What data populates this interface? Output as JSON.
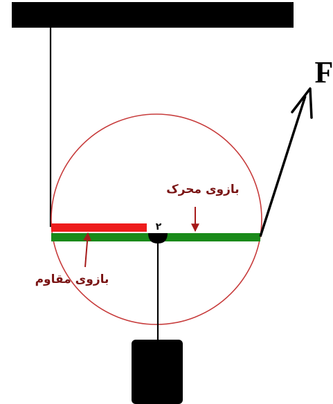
{
  "labels": {
    "force": "F",
    "effort_arm": "بازوی محرک",
    "load_arm": "بازوی مقاوم",
    "pivot": "٢"
  },
  "colors": {
    "ceiling": "#000000",
    "circle": "#c73b3b",
    "lever": "#1a8a1a",
    "load_arm_bar": "#ee1c1c",
    "label_text": "#7a1414",
    "pointer_arrow": "#a61a1a",
    "force_arrow": "#000000",
    "weight": "#000000",
    "pivot": "#000000"
  },
  "icons": {
    "force_arrow": "arrow-up-right-icon",
    "pointer_arrow": "arrow-pointer-icon"
  }
}
